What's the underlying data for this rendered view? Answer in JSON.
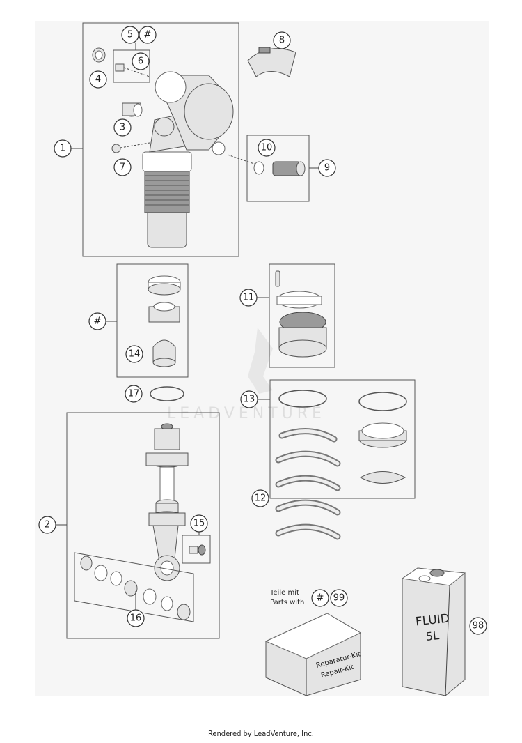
{
  "callouts": [
    "1",
    "2",
    "3",
    "4",
    "5",
    "#",
    "6",
    "7",
    "8",
    "9",
    "10",
    "11",
    "#",
    "14",
    "17",
    "13",
    "12",
    "2",
    "15",
    "16",
    "99",
    "98"
  ],
  "callout_labels": {
    "c1": "1",
    "c2": "2",
    "c3": "3",
    "c4": "4",
    "c5": "5",
    "c5hash": "#",
    "c6": "6",
    "c7": "7",
    "c8": "8",
    "c9": "9",
    "c10": "10",
    "c11": "11",
    "chash": "#",
    "c12": "12",
    "c13": "13",
    "c14": "14",
    "c15": "15",
    "c16": "16",
    "c17": "17",
    "c98": "98",
    "c99hash": "#",
    "c99": "99"
  },
  "notes": {
    "teile_mit": "Teile mit",
    "parts_with": "Parts with"
  },
  "box_labels": {
    "reparatur_kit": "Reparatur-Kit",
    "repair_kit": "Repair-Kit"
  },
  "can_labels": {
    "fluid": "FLUID",
    "volume": "5L"
  },
  "watermark": "LEADVENTURE",
  "footer": "Rendered by LeadVenture, Inc."
}
